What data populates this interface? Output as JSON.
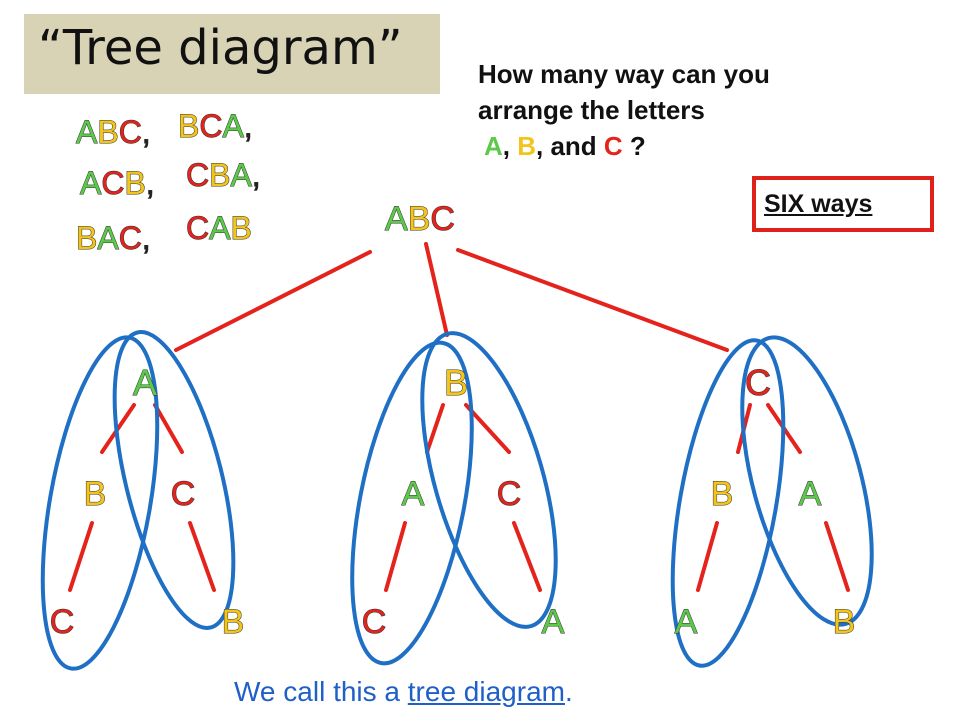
{
  "title": "“Tree diagram”",
  "question": {
    "line1": "How many way can you",
    "line2": "arrange the letters",
    "line3": {
      "a": "A",
      "sep1": ", ",
      "b": "B",
      "sep2": ", and ",
      "c": "C",
      "end": " ?"
    }
  },
  "answer": "SIX ways",
  "permutations": [
    {
      "letters": [
        "A",
        "B",
        "C"
      ],
      "suffix": ","
    },
    {
      "letters": [
        "B",
        "C",
        "A"
      ],
      "suffix": ","
    },
    {
      "letters": [
        "A",
        "C",
        "B"
      ],
      "suffix": ","
    },
    {
      "letters": [
        "C",
        "B",
        "A"
      ],
      "suffix": ","
    },
    {
      "letters": [
        "B",
        "A",
        "C"
      ],
      "suffix": ","
    },
    {
      "letters": [
        "C",
        "A",
        "B"
      ],
      "suffix": ""
    }
  ],
  "root": [
    "A",
    "B",
    "C"
  ],
  "tree": [
    {
      "letter": "A",
      "children": [
        "B",
        "C"
      ],
      "leaves": [
        "C",
        "B"
      ]
    },
    {
      "letter": "B",
      "children": [
        "A",
        "C"
      ],
      "leaves": [
        "C",
        "A"
      ]
    },
    {
      "letter": "C",
      "children": [
        "B",
        "A"
      ],
      "leaves": [
        "A",
        "B"
      ]
    }
  ],
  "footer": {
    "prefix": "We call this a ",
    "underlined": "tree diagram",
    "suffix": "."
  },
  "colors": {
    "A": "#5cc94a",
    "B": "#f3c41a",
    "C": "#e3231c",
    "edge": "#e3231c",
    "ellipse": "#1f6fc4",
    "box": "#e0201a",
    "title_bg": "#d9d3b6"
  }
}
